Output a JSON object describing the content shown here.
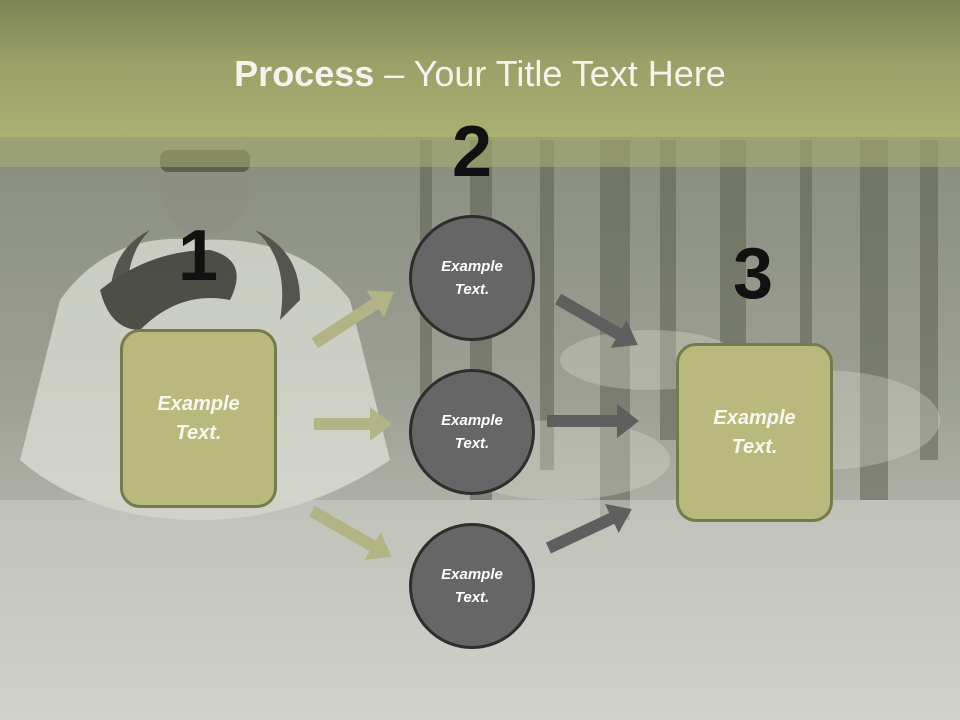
{
  "title": {
    "bold": "Process",
    "rest": " – Your Title Text Here"
  },
  "steps": {
    "one": {
      "number": "1",
      "text": "Example Text."
    },
    "two": {
      "number": "2",
      "items": [
        "Example Text.",
        "Example Text.",
        "Example Text."
      ]
    },
    "three": {
      "number": "3",
      "text": "Example Text."
    }
  },
  "colors": {
    "header": "#aab070",
    "box_fill": "#b9b97e",
    "circle_fill": "#666666",
    "arrow_left": "#b2b486",
    "arrow_right": "#5f5f5f"
  }
}
